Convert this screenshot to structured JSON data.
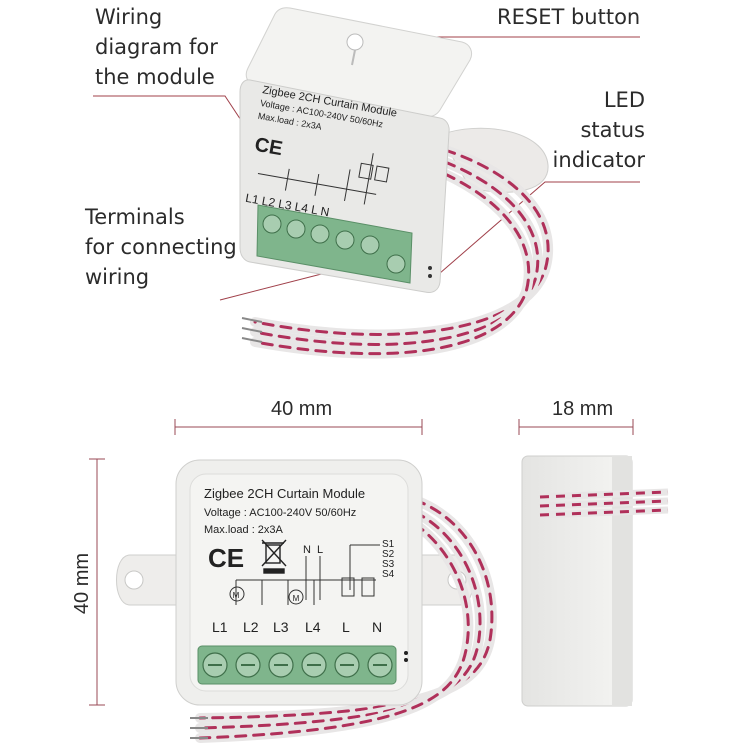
{
  "callouts": {
    "wiring_diagram": [
      "Wiring",
      "diagram for",
      "the module"
    ],
    "reset_button": "RESET button",
    "led_indicator": [
      "LED",
      "status",
      "indicator"
    ],
    "terminals": [
      "Terminals",
      "for connecting",
      "wiring"
    ]
  },
  "dimensions": {
    "width": "40 mm",
    "height": "40 mm",
    "depth": "18 mm"
  },
  "module_label": {
    "title": "Zigbee 2CH Curtain Module",
    "voltage": "Voltage : AC100-240V 50/60Hz",
    "max_load": "Max.load : 2x3A",
    "ce_mark": "CE",
    "inputs": [
      "S1",
      "S2",
      "S3",
      "S4"
    ],
    "top_terminals": [
      "N",
      "L"
    ],
    "bottom_terminals": [
      "L1",
      "L2",
      "L3",
      "L4",
      "L",
      "N"
    ]
  },
  "colors": {
    "leader_line": "#a0404a",
    "housing": "#ececea",
    "terminal_green": "#7fb58c",
    "wire_stripe": "#b0305a"
  }
}
